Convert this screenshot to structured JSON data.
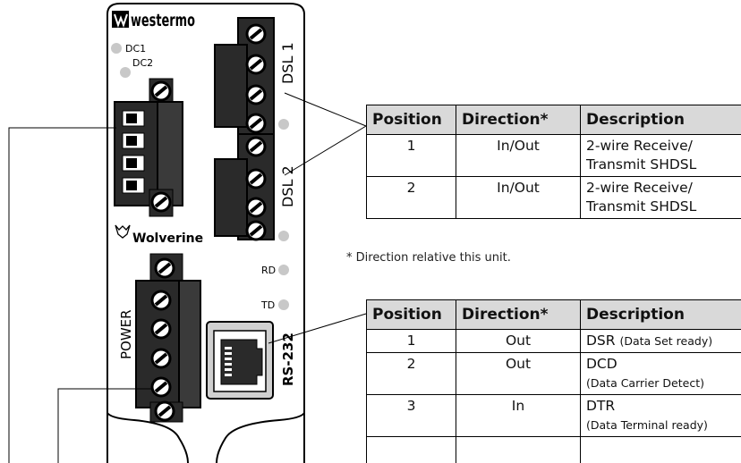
{
  "device": {
    "brand": "westermo",
    "sub_brand": "Wolverine",
    "led_labels": {
      "dc1": "DC1",
      "dc2": "DC2",
      "rd": "RD",
      "td": "TD"
    },
    "connector_labels": {
      "dsl1": "DSL 1",
      "dsl2": "DSL 2",
      "power": "POWER",
      "rs232": "RS-232"
    }
  },
  "dsl_table": {
    "headers": [
      "Position",
      "Direction*",
      "Description"
    ],
    "rows": [
      {
        "position": "1",
        "direction": "In/Out",
        "desc_line1": "2-wire Receive/",
        "desc_line2": "Transmit SHDSL"
      },
      {
        "position": "2",
        "direction": "In/Out",
        "desc_line1": "2-wire Receive/",
        "desc_line2": "Transmit SHDSL"
      }
    ]
  },
  "footnote": "* Direction relative this unit.",
  "rs232_table": {
    "headers": [
      "Position",
      "Direction*",
      "Description"
    ],
    "rows": [
      {
        "position": "1",
        "direction": "Out",
        "desc_main": "DSR",
        "desc_sub": "(Data Set ready)"
      },
      {
        "position": "2",
        "direction": "Out",
        "desc_main": "DCD",
        "desc_sub": "(Data Carrier Detect)"
      },
      {
        "position": "3",
        "direction": "In",
        "desc_main": "DTR",
        "desc_sub": "(Data Terminal ready)"
      }
    ]
  }
}
